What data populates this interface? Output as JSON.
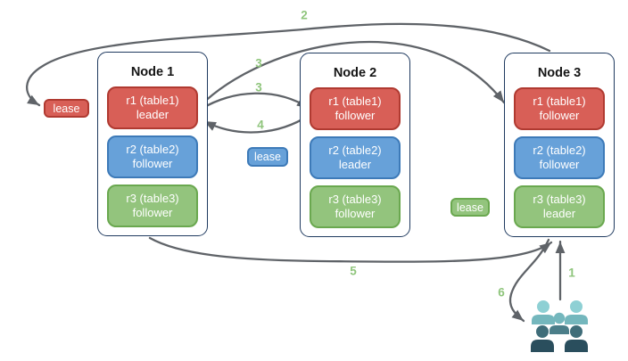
{
  "diagram": {
    "nodes": [
      {
        "title": "Node 1",
        "replicas": [
          {
            "line1": "r1 (table1)",
            "line2": "leader",
            "color": "red"
          },
          {
            "line1": "r2 (table2)",
            "line2": "follower",
            "color": "blue"
          },
          {
            "line1": "r3 (table3)",
            "line2": "follower",
            "color": "green"
          }
        ]
      },
      {
        "title": "Node 2",
        "replicas": [
          {
            "line1": "r1 (table1)",
            "line2": "follower",
            "color": "red"
          },
          {
            "line1": "r2 (table2)",
            "line2": "leader",
            "color": "blue"
          },
          {
            "line1": "r3 (table3)",
            "line2": "follower",
            "color": "green"
          }
        ]
      },
      {
        "title": "Node 3",
        "replicas": [
          {
            "line1": "r1 (table1)",
            "line2": "follower",
            "color": "red"
          },
          {
            "line1": "r2 (table2)",
            "line2": "follower",
            "color": "blue"
          },
          {
            "line1": "r3 (table3)",
            "line2": "leader",
            "color": "green"
          }
        ]
      }
    ],
    "leases": [
      {
        "label": "lease",
        "color": "red"
      },
      {
        "label": "lease",
        "color": "blue"
      },
      {
        "label": "lease",
        "color": "green"
      }
    ],
    "steps": {
      "s1": "1",
      "s2": "2",
      "s3a": "3",
      "s3b": "3",
      "s4": "4",
      "s5": "5",
      "s6": "6"
    },
    "icons": {
      "clients": "people-group-icon"
    }
  },
  "colors": {
    "node_border": "#1f3a5f",
    "red_fill": "#d85f57",
    "red_border": "#b03a31",
    "blue_fill": "#67a1d9",
    "blue_border": "#3d7ab8",
    "green_fill": "#93c47d",
    "green_border": "#6aa84f",
    "arrow": "#5f6368",
    "step": "#8fc57c",
    "p_light": "#8ed0d4",
    "p_medium": "#74b7bd",
    "p_teal": "#4b7e89",
    "p_slate": "#3f6d79",
    "p_dark": "#2a4e5d"
  }
}
